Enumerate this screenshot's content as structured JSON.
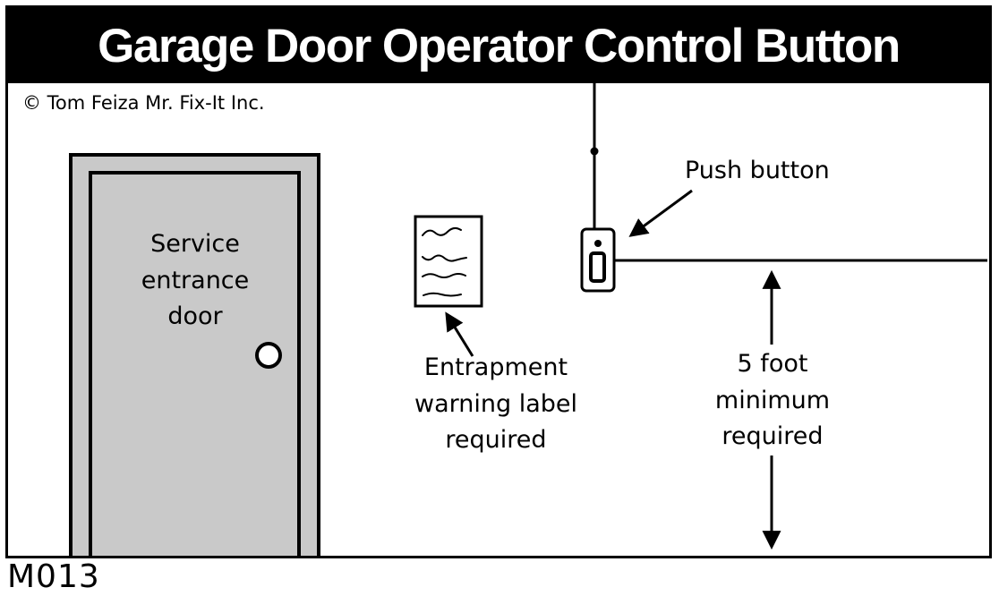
{
  "title": "Garage Door Operator Control Button",
  "copyright": "© Tom Feiza Mr. Fix-It Inc.",
  "code": "M013",
  "labels": {
    "service_door": "Service entrance door",
    "entrapment": "Entrapment warning label required",
    "push_button": "Push button",
    "five_foot": "5 foot minimum required"
  },
  "colors": {
    "line_black": "#000000",
    "door_gray": "#c9c9c9",
    "background": "#ffffff"
  }
}
